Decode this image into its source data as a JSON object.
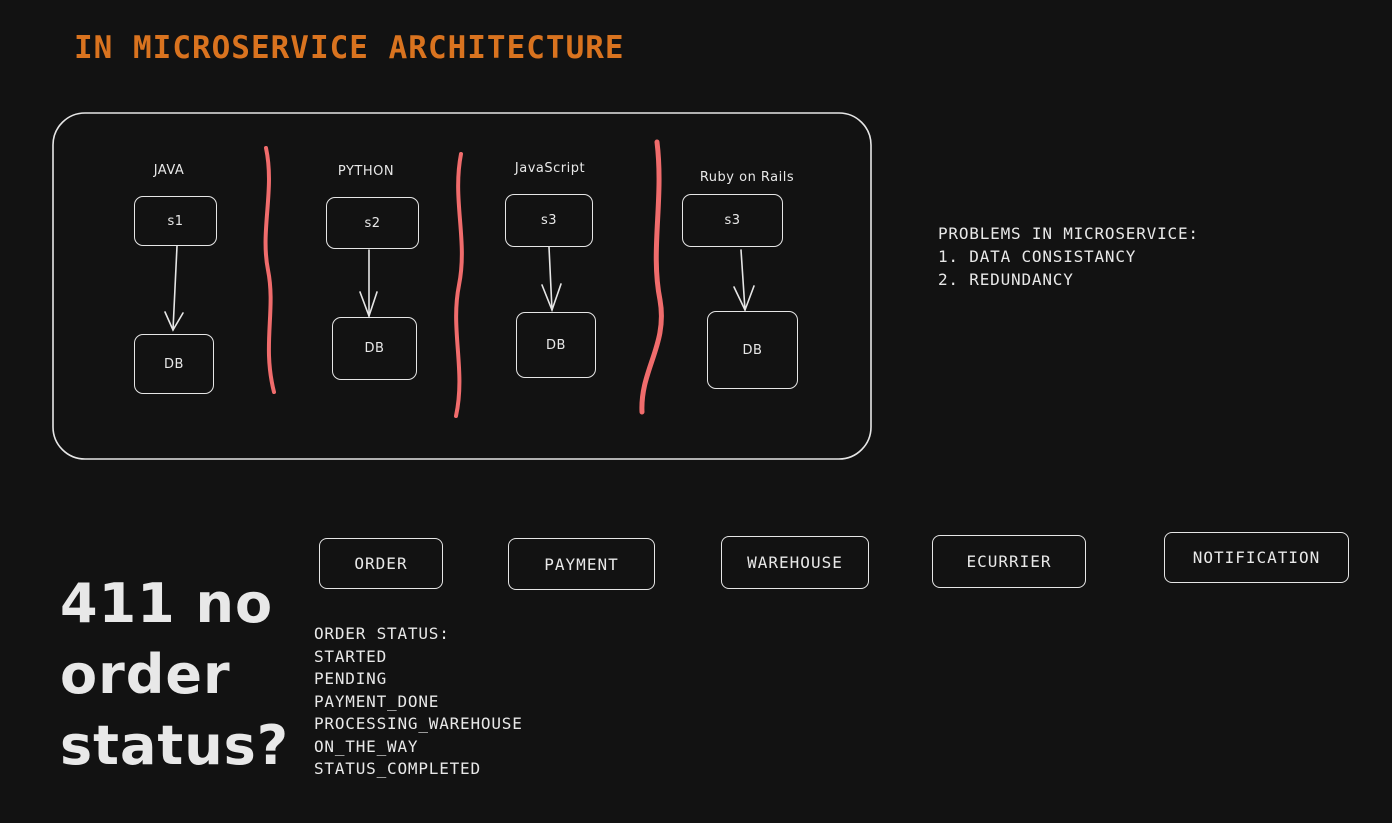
{
  "title": "In MICROSERVICE ARCHITECTURE",
  "colors": {
    "title": "#d9731f",
    "divider": "#f06c6c",
    "stroke": "#e6e6e6",
    "background": "#121212"
  },
  "services": [
    {
      "language": "JAVA",
      "service": "s1",
      "db": "DB"
    },
    {
      "language": "PYTHON",
      "service": "s2",
      "db": "DB"
    },
    {
      "language": "JavaScript",
      "service": "s3",
      "db": "DB"
    },
    {
      "language": "Ruby on Rails",
      "service": "s3",
      "db": "DB"
    }
  ],
  "problems": {
    "heading": "PROBLEMS IN MICROSERVICE:",
    "items": [
      "1. DATA CONSISTANCY",
      "2. REDUNDANCY"
    ]
  },
  "pipeline": [
    "ORDER",
    "PAYMENT",
    "WAREHOUSE",
    "ECURRIER",
    "NOTIFICATION"
  ],
  "question": "411 no order status?",
  "order_status": {
    "heading": "ORDER STATUS:",
    "items": [
      "STARTED",
      "PENDING",
      "PAYMENT_DONE",
      "PROCESSING_WAREHOUSE",
      "ON_THE_WAY",
      "STATUS_COMPLETED"
    ]
  }
}
